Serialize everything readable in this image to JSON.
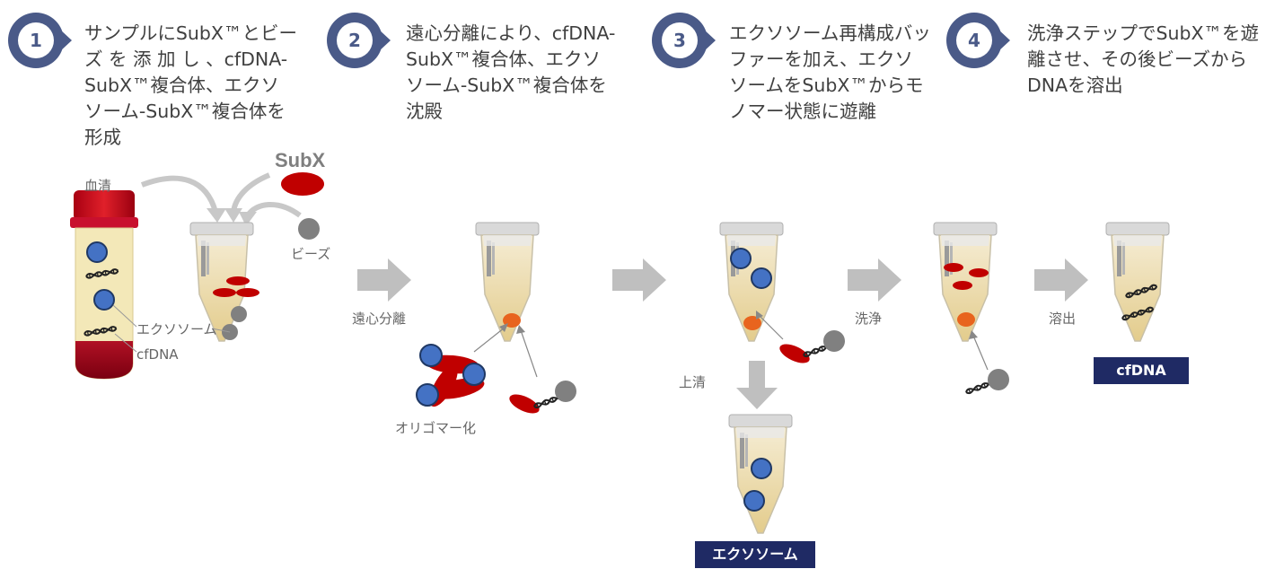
{
  "steps": [
    {
      "number": "1",
      "lines": [
        "サンプルにSubX™とビー",
        "ズ を 添 加 し 、cfDNA-",
        "SubX™複合体、エクソ",
        "ソーム-SubX™複合体を",
        "形成"
      ]
    },
    {
      "number": "2",
      "lines": [
        "遠心分離により、cfDNA-",
        "SubX™複合体、エクソ",
        "ソーム-SubX™複合体を",
        "沈殿"
      ]
    },
    {
      "number": "3",
      "lines": [
        "エクソソーム再構成バッ",
        "ファーを加え、エクソ",
        "ソームをSubX™からモ",
        "ノマー状態に遊離"
      ]
    },
    {
      "number": "4",
      "lines": [
        "洗浄ステップでSubX™を遊",
        "離させ、その後ビーズから",
        "DNAを溶出"
      ]
    }
  ],
  "labels": {
    "serum": "血清",
    "subx": "SubX",
    "beads": "ビーズ",
    "exosome": "エクソソーム",
    "cfdna": "cfDNA",
    "centrifuge": "遠心分離",
    "oligomer": "オリゴマー化",
    "supernatant": "上清",
    "wash": "洗浄",
    "elution": "溶出"
  },
  "results": {
    "cfdna": "cfDNA",
    "exosome": "エクソソーム"
  },
  "colors": {
    "badge": "#4a5a88",
    "exosome": "#4472c4",
    "subx": "#c00000",
    "bead": "#808080",
    "arrow": "#bfbfbf",
    "pellet": "#e8641e",
    "result_box": "#1f2a64"
  }
}
